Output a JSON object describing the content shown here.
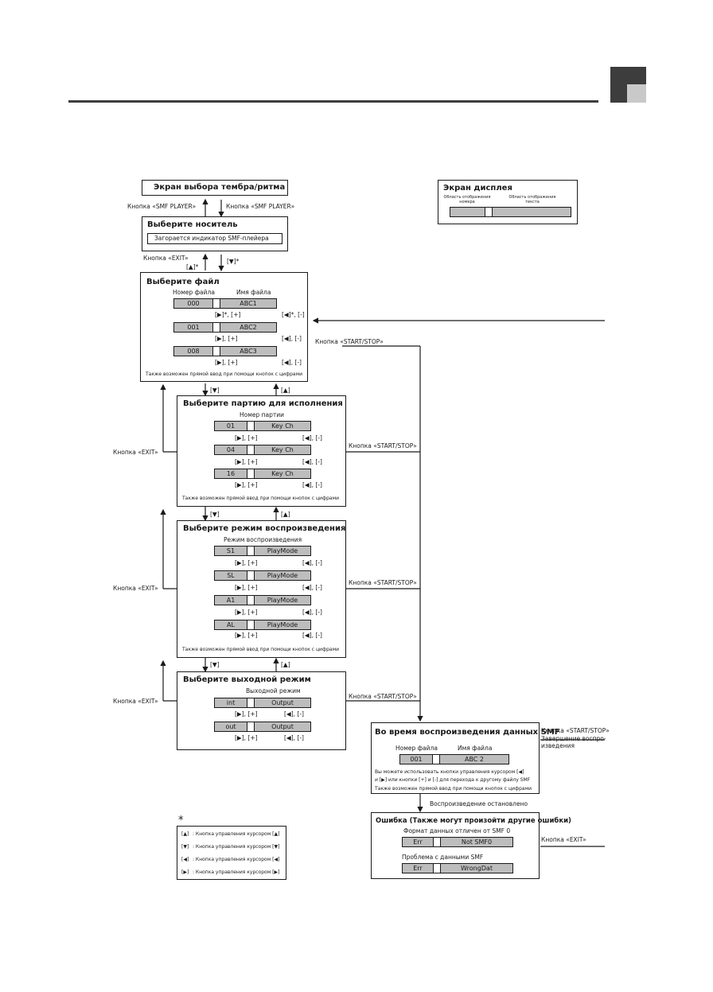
{
  "header": {
    "accent_dark": "#3d3d3d",
    "accent_light": "#c9c9c9"
  },
  "top_box": {
    "title": "Экран выбора тембра/ритма"
  },
  "smf_player_up": "Кнопка «SMF PLAYER»",
  "smf_player_down": "Кнопка «SMF PLAYER»",
  "media_box": {
    "title": "Выберите носитель",
    "inner": "Загорается индикатор SMF-плейера"
  },
  "exit_up": "Кнопка «EXIT»",
  "exit_up_key": "[▲]*",
  "down_key_star": "[▼]*",
  "display_box": {
    "title": "Экран дисплея",
    "left_label": "Область отображения номера",
    "right_label": "Область отображения текста"
  },
  "file_box": {
    "title": "Выберите файл",
    "col1": "Номер файла",
    "col2": "Имя файла",
    "rows": [
      {
        "num": "000",
        "name": "ABC1"
      },
      {
        "num": "001",
        "name": "ABC2"
      },
      {
        "num": "008",
        "name": "ABC3"
      }
    ],
    "right_keys": [
      "[▶]*, [+]",
      "[▶], [+]",
      "[▶], [+]"
    ],
    "left_keys": [
      "[◀]*, [-]",
      "[◀], [-]",
      "[◀], [-]"
    ],
    "note": "Также возможен прямой ввод при помощи кнопок с цифрами"
  },
  "start_stop_1": "Кнопка «START/STOP»",
  "nav_down": "[▼]",
  "nav_up": "[▲]",
  "part_box": {
    "title": "Выберите партию для исполнения",
    "col": "Номер партии",
    "rows": [
      {
        "num": "01",
        "name": "Key  Ch"
      },
      {
        "num": "04",
        "name": "Key  Ch"
      },
      {
        "num": "16",
        "name": "Key  Ch"
      }
    ],
    "right_key": "[▶], [+]",
    "left_key": "[◀], [-]",
    "note": "Также возможен прямой ввод при помощи кнопок с цифрами"
  },
  "exit_label": "Кнопка «EXIT»",
  "start_stop": "Кнопка «START/STOP»",
  "mode_box": {
    "title": "Выберите режим воспроизведения",
    "col": "Режим воспроизведения",
    "rows": [
      {
        "num": "S1",
        "name": "PlayMode"
      },
      {
        "num": "SL",
        "name": "PlayMode"
      },
      {
        "num": "A1",
        "name": "PlayMode"
      },
      {
        "num": "AL",
        "name": "PlayMode"
      }
    ],
    "right_key": "[▶], [+]",
    "left_key": "[◀], [-]",
    "note": "Также возможен прямой ввод при помощи кнопок с цифрами"
  },
  "output_box": {
    "title": "Выберите выходной режим",
    "col": "Выходной режим",
    "rows": [
      {
        "num": "int",
        "name": "Output"
      },
      {
        "num": "out",
        "name": "Output"
      }
    ],
    "right_key": "[▶], [+]",
    "left_key": "[◀], [-]"
  },
  "play_box": {
    "title": "Во время воспроизведения данных SMF",
    "col1": "Номер файла",
    "col2": "Имя файла",
    "num": "001",
    "name": "ABC 2",
    "text1": "Вы можете использовать кнопки управления курсором [◀]",
    "text2": "и [▶] или кнопки [+] и [-] для перехода к другому файлу SMF",
    "text3": "Также возможен прямой ввод при помощи кнопок с цифрами"
  },
  "start_stop_end": "Кнопка «START/STOP»",
  "end_text1": "Завершение воспро-",
  "end_text2": "изведения",
  "stopped": "Воспроизведение остановлено",
  "error_box": {
    "title": "Ошибка (Также могут произойти другие ошибки)",
    "label1": "Формат данных отличен от SMF 0",
    "num1": "Err",
    "name1": "Not  SMF0",
    "label2": "Проблема с данными SMF",
    "num2": "Err",
    "name2": "WrongDat"
  },
  "exit_err": "Кнопка «EXIT»",
  "legend": {
    "star": "*",
    "items": [
      {
        "key": "[▲]",
        "text": ": Кнопка управления курсором [▲]"
      },
      {
        "key": "[▼]",
        "text": ": Кнопка управления курсором [▼]"
      },
      {
        "key": "[◀]",
        "text": ": Кнопка управления курсором [◀]"
      },
      {
        "key": "[▶]",
        "text": ": Кнопка управления курсором [▶]"
      }
    ]
  }
}
